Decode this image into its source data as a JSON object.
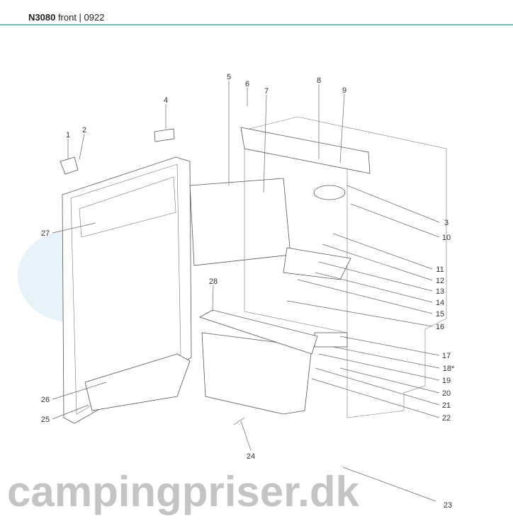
{
  "header": {
    "model": "N3080",
    "view": "front | 0922"
  },
  "watermark": "campingpriser.dk",
  "parts": {
    "p1": "1",
    "p2": "2",
    "p3": "3",
    "p4": "4",
    "p5": "5",
    "p6": "6",
    "p7": "7",
    "p8": "8",
    "p9": "9",
    "p10": "10",
    "p11": "11",
    "p12": "12",
    "p13": "13",
    "p14": "14",
    "p15": "15",
    "p16": "16",
    "p17": "17",
    "p18": "18*",
    "p19": "19",
    "p20": "20",
    "p21": "21",
    "p22": "22",
    "p23": "23",
    "p24": "24",
    "p25": "25",
    "p26": "26",
    "p27": "27",
    "p28": "28"
  }
}
